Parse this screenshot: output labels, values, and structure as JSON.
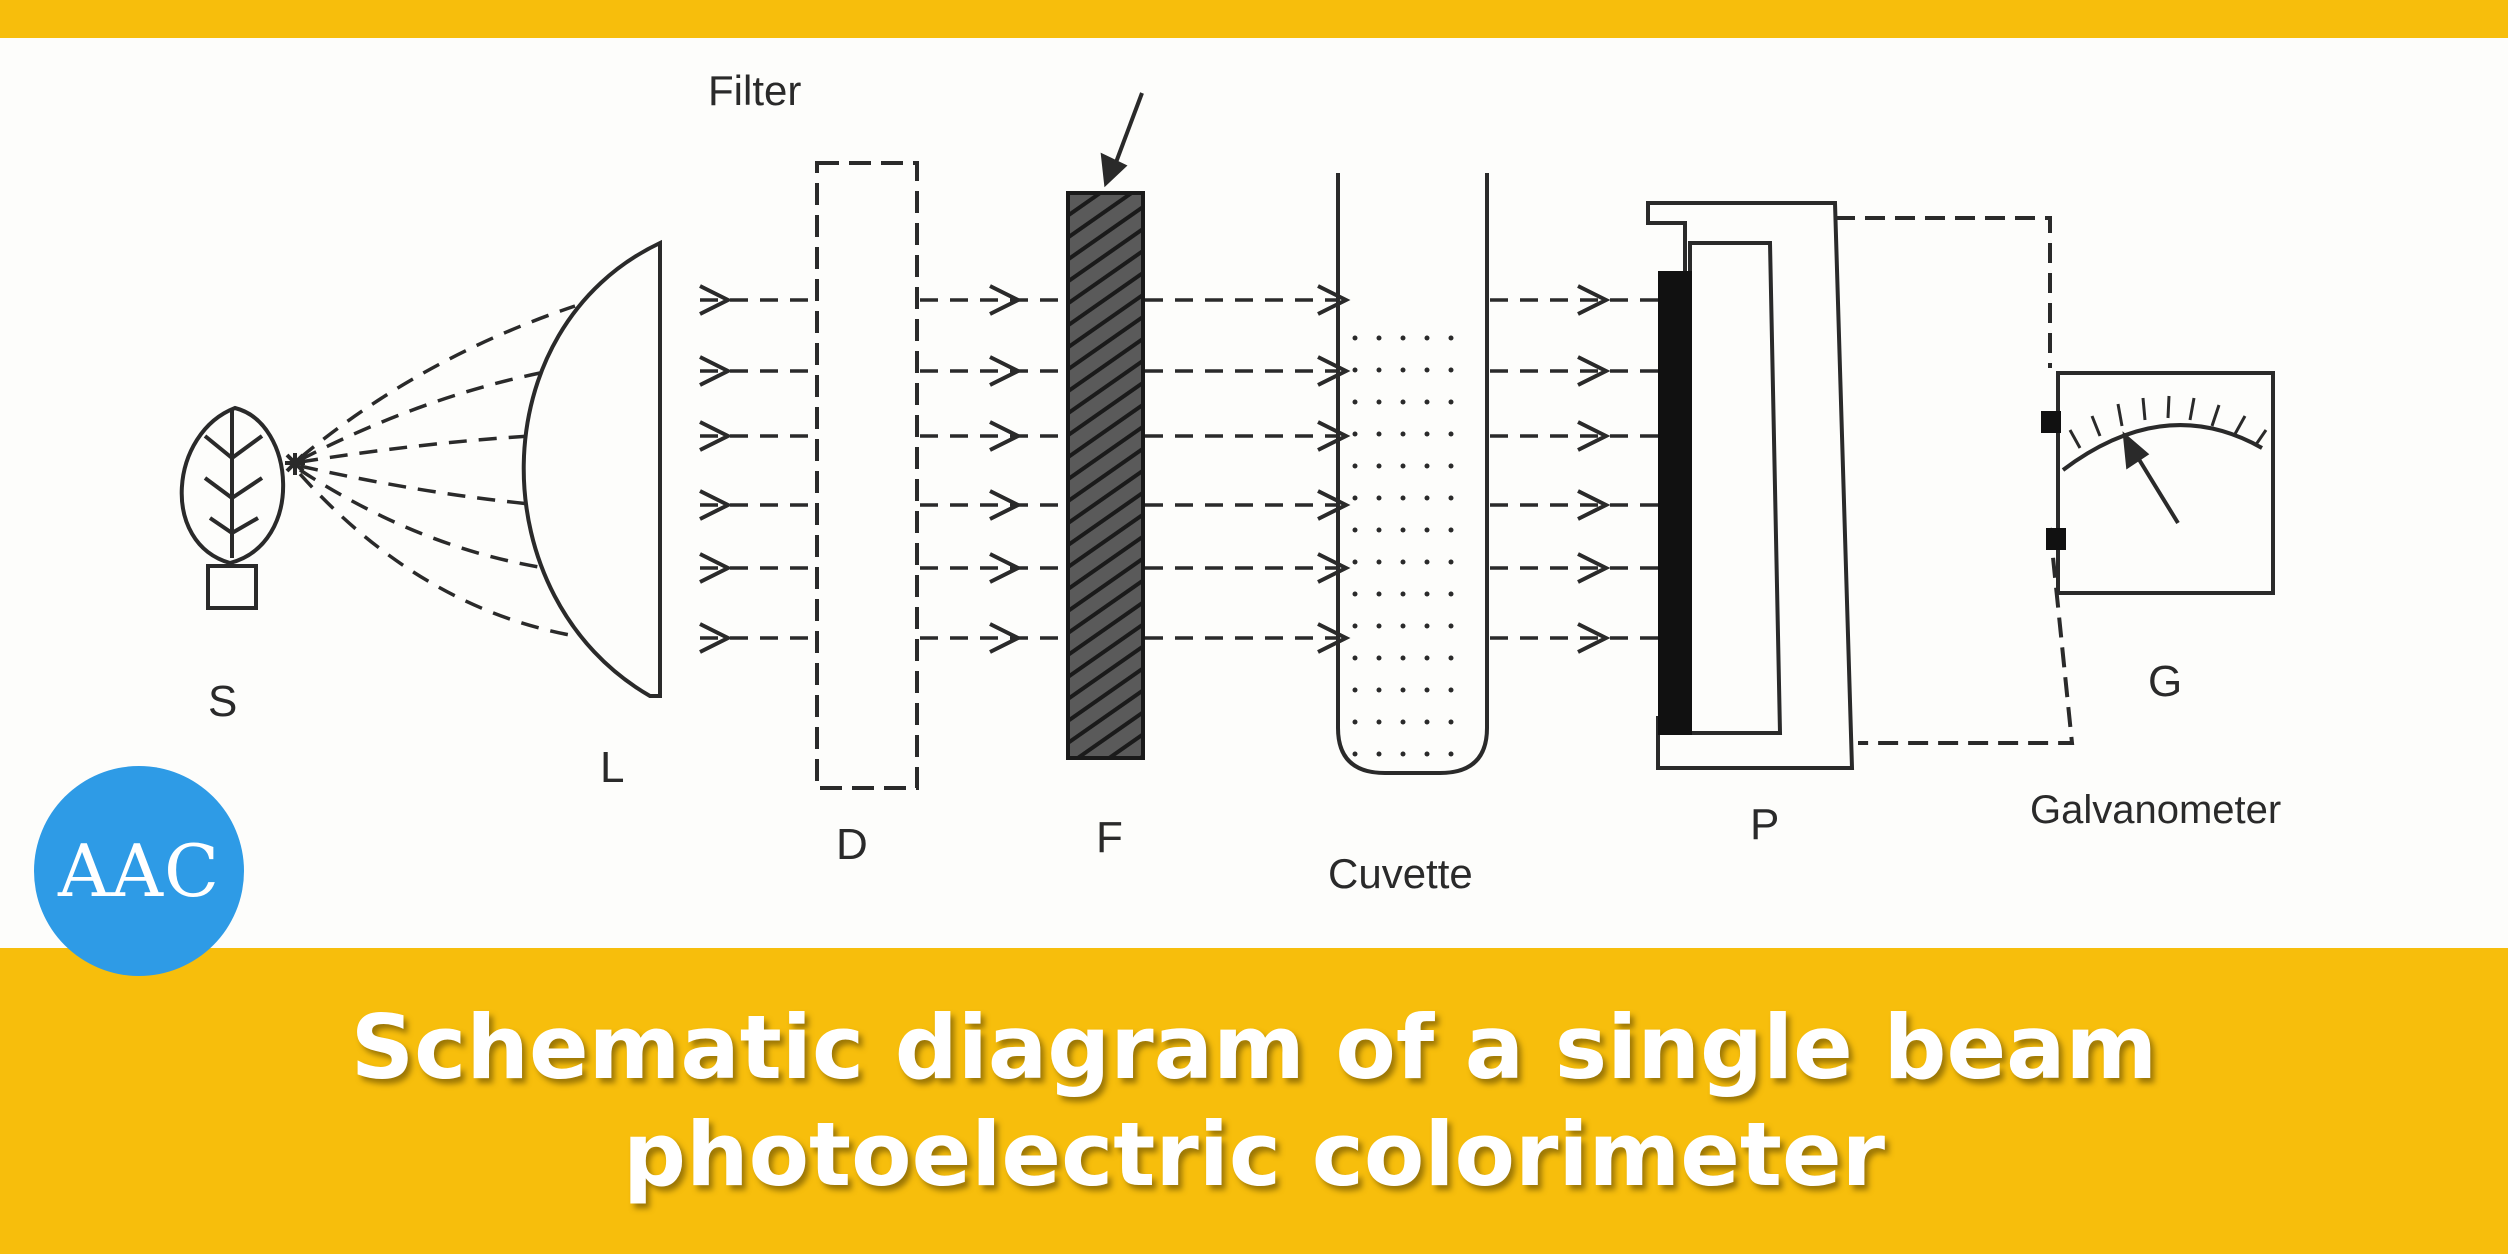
{
  "diagram": {
    "labels": {
      "source": "S",
      "lens": "L",
      "diaphragm": "D",
      "filter_letter": "F",
      "filter_name": "Filter",
      "cuvette": "Cuvette",
      "photocell": "P",
      "galvanometer_letter": "G",
      "galvanometer_name": "Galvanometer"
    }
  },
  "logo": {
    "text": "AAC"
  },
  "caption": {
    "line1": "Schematic diagram of a single beam",
    "line2": "photoelectric colorimeter"
  },
  "colors": {
    "band": "#F7BE0C",
    "panel": "#FDFDFB",
    "ink": "#2a2a2a",
    "logo": "#2E9BE6"
  }
}
